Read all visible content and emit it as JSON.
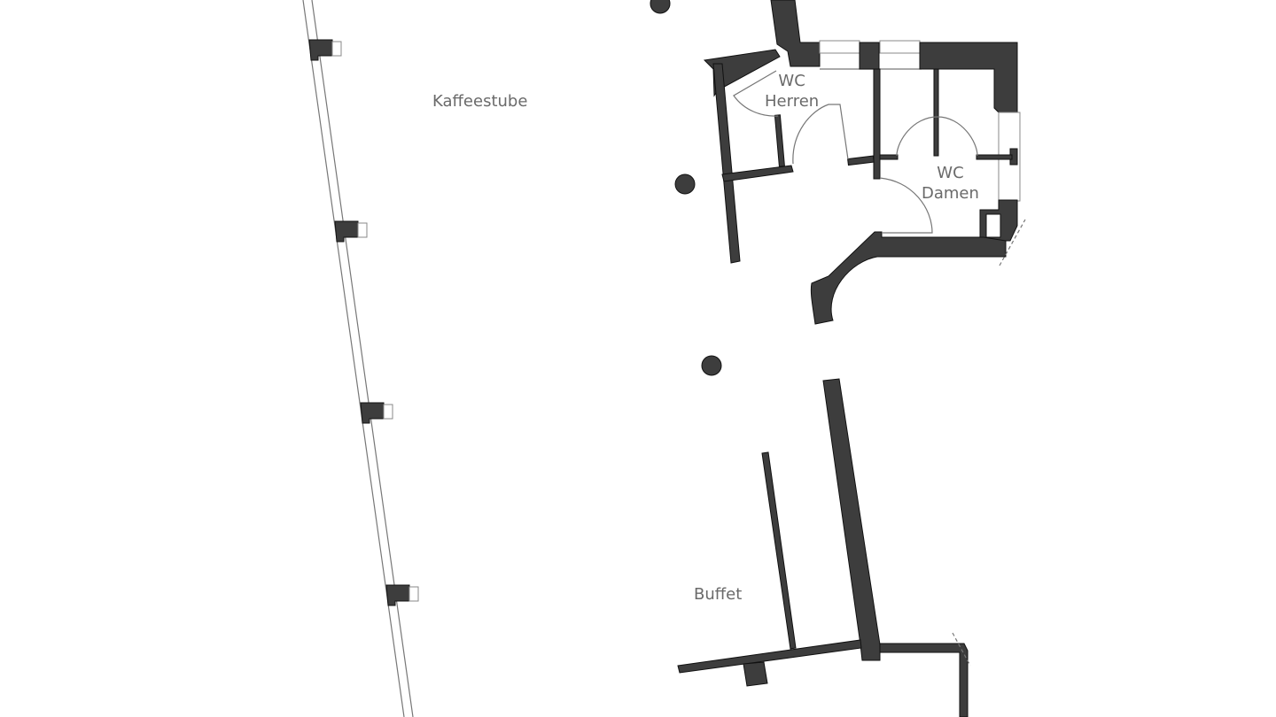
{
  "diagram": {
    "type": "floor-plan",
    "rooms": [
      {
        "id": "kaffeestube",
        "lines": [
          "Kaffeestube"
        ]
      },
      {
        "id": "wc-herren",
        "lines": [
          "WC",
          "Herren"
        ]
      },
      {
        "id": "wc-damen",
        "lines": [
          "WC",
          "Damen"
        ]
      },
      {
        "id": "buffet",
        "lines": [
          "Buffet"
        ]
      }
    ],
    "colors": {
      "wall": "#3d3d3d",
      "background": "#ffffff",
      "label": "#6a6a6a",
      "outline": "#777777"
    }
  }
}
